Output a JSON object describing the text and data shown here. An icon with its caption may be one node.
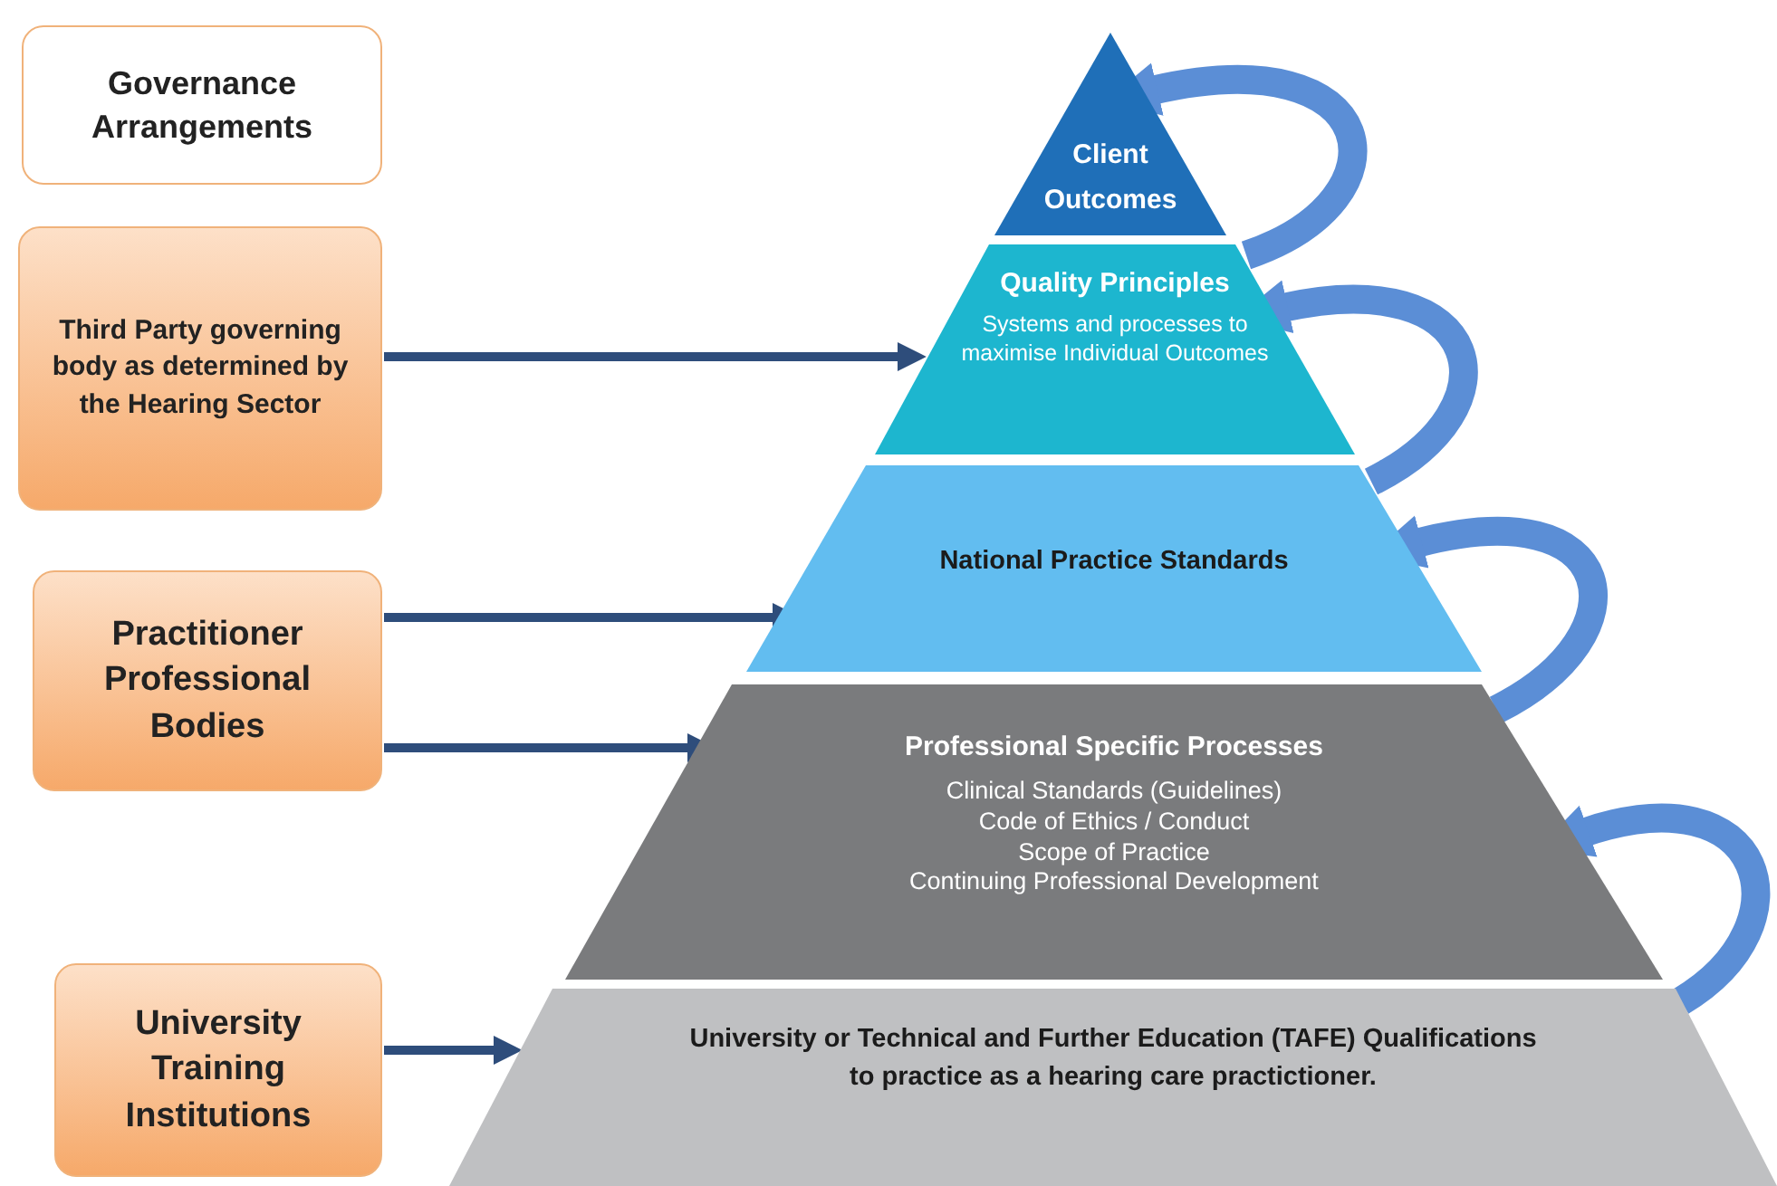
{
  "diagram": {
    "nodes": [
      {
        "text": [
          "Governance Arrangements"
        ]
      },
      {
        "text": [
          "Third Party governing body as determined by the Hearing Sector"
        ]
      },
      {
        "text": [
          "Practitioner Professional Bodies"
        ]
      },
      {
        "text": [
          "University Training Institutions"
        ]
      },
      {
        "text": [
          "Client Outcomes"
        ]
      },
      {
        "text": [
          "Quality Principles",
          "Systems and processes to maximise Individual Outcomes"
        ]
      },
      {
        "text": [
          "National Practice Standards"
        ]
      },
      {
        "text": [
          "Professional Specific Processes",
          "Clinical Standards (Guidelines)",
          "Code of Ethics / Conduct",
          "Scope of Practice",
          "Continuing Professional Development"
        ]
      },
      {
        "text": [
          "University or Technical and Further Education (TAFE) Qualifications to practice as a hearing care practictioner."
        ]
      }
    ],
    "edges": [
      {
        "from": 1,
        "to": 5,
        "arrow": "to"
      },
      {
        "from": 2,
        "to": 6,
        "arrow": "to"
      },
      {
        "from": 2,
        "to": 7,
        "arrow": "to"
      },
      {
        "from": 3,
        "to": 8,
        "arrow": "to"
      },
      {
        "from": 8,
        "to": 7,
        "arrow": "to",
        "style": "thick",
        "color": "#5b8ed6"
      },
      {
        "from": 7,
        "to": 6,
        "arrow": "to",
        "style": "thick",
        "color": "#5b8ed6"
      },
      {
        "from": 6,
        "to": 5,
        "arrow": "to",
        "style": "thick",
        "color": "#5b8ed6"
      },
      {
        "from": 5,
        "to": 4,
        "arrow": "to",
        "style": "thick",
        "color": "#5b8ed6"
      }
    ]
  }
}
